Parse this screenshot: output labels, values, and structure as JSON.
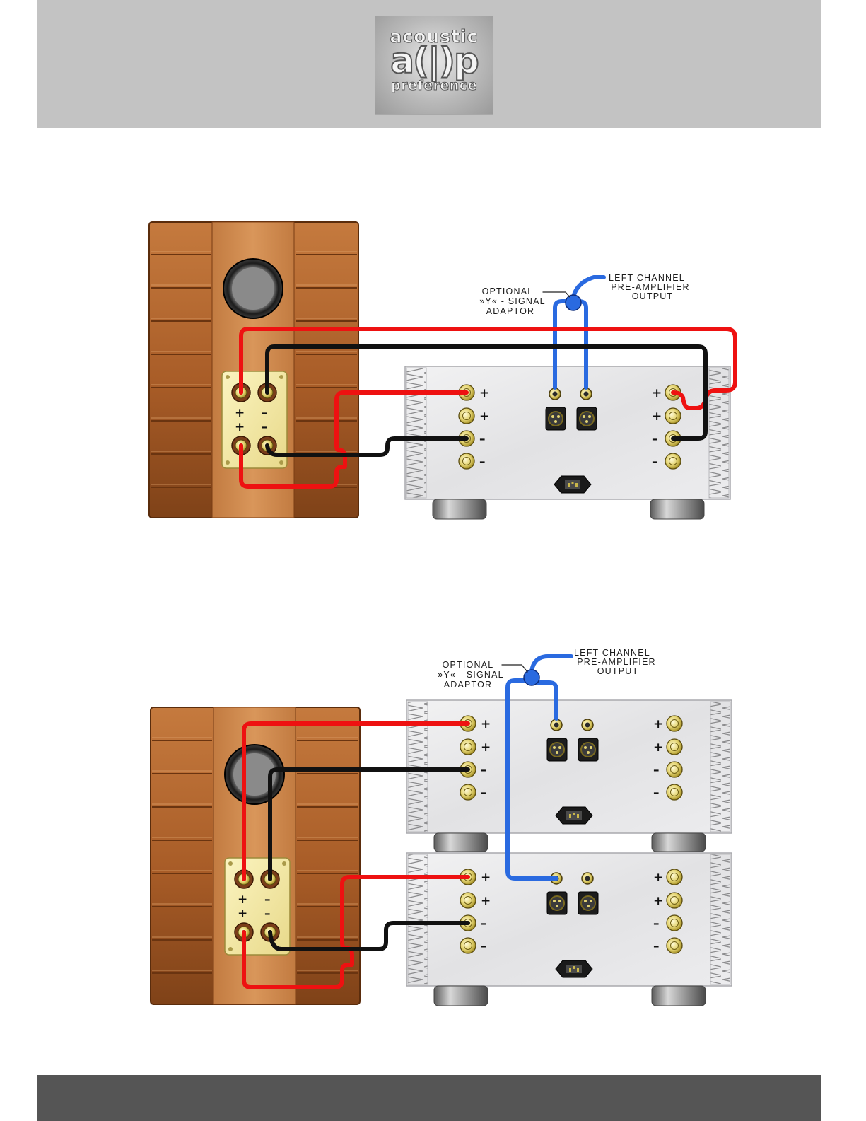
{
  "logo": {
    "line1": "acoustic",
    "line2": "a(|)p",
    "line3": "preference"
  },
  "annotations": {
    "optional_label": [
      "OPTIONAL",
      "»Y« - SIGNAL",
      "ADAPTOR"
    ],
    "output_label": [
      "LEFT CHANNEL",
      "PRE-AMPLIFIER",
      "OUTPUT"
    ]
  },
  "polarity": {
    "plus": "+",
    "minus": "–"
  },
  "colors": {
    "header": "#c3c3c3",
    "footer": "#555555",
    "wood": "#b0652e",
    "cable_positive": "#ee1111",
    "cable_negative": "#111111",
    "cable_signal": "#2a6ae0",
    "chassis": "#e6e6e8",
    "terminal_plate": "#f2e8a0"
  },
  "diagrams": [
    {
      "id": "single-amplifier-bridged",
      "amplifiers": 1
    },
    {
      "id": "dual-amplifier-biamp",
      "amplifiers": 2
    }
  ]
}
